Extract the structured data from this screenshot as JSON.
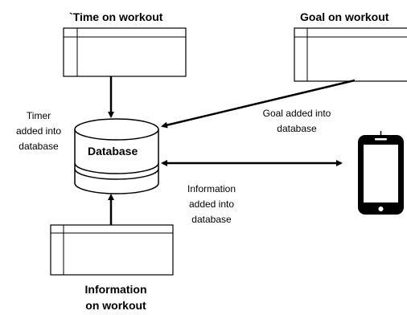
{
  "nodes": {
    "time_source": {
      "label": "`Time on workout"
    },
    "goal_source": {
      "label": "Goal on workout"
    },
    "info_source": {
      "label_line1": "Information",
      "label_line2": "on workout"
    },
    "database": {
      "label": "Database"
    },
    "phone": {
      "icon": "smartphone-icon"
    }
  },
  "edges": {
    "timer": {
      "line1": "Timer",
      "line2": "added into",
      "line3": "database"
    },
    "goal": {
      "line1": "Goal added into",
      "line2": "database"
    },
    "information": {
      "line1": "Information",
      "line2": "added into",
      "line3": "database"
    }
  },
  "colors": {
    "stroke": "#000000",
    "fill": "#ffffff"
  }
}
